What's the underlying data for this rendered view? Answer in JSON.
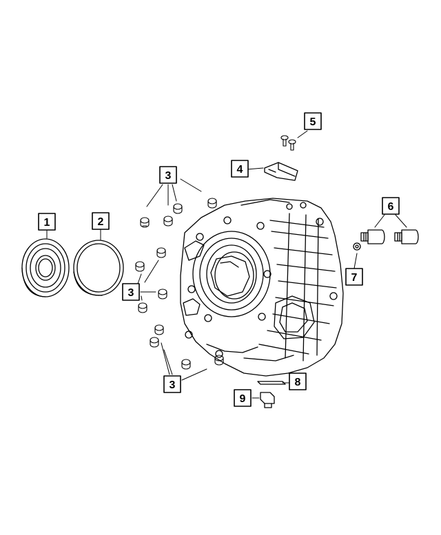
{
  "callouts": [
    {
      "id": "c1",
      "label": "1"
    },
    {
      "id": "c2",
      "label": "2"
    },
    {
      "id": "c3a",
      "label": "3"
    },
    {
      "id": "c3b",
      "label": "3"
    },
    {
      "id": "c3c",
      "label": "3"
    },
    {
      "id": "c4",
      "label": "4"
    },
    {
      "id": "c5",
      "label": "5"
    },
    {
      "id": "c6",
      "label": "6"
    },
    {
      "id": "c7",
      "label": "7"
    },
    {
      "id": "c8",
      "label": "8"
    },
    {
      "id": "c9",
      "label": "9"
    }
  ],
  "colors": {
    "line": "#000000",
    "background": "#ffffff",
    "callout_border": "#000000"
  }
}
